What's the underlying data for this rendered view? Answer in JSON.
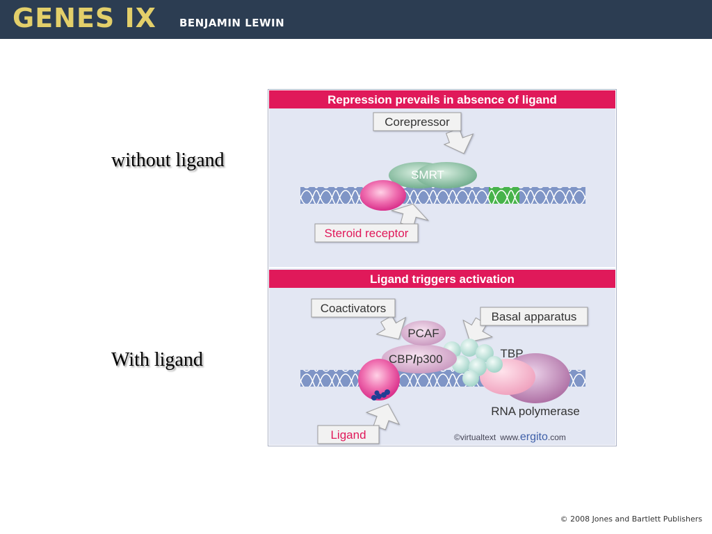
{
  "header": {
    "title": "GENES IX",
    "author": "BENJAMIN LEWIN",
    "colors": {
      "bar": "#2c3d52",
      "title": "#e3cf6a"
    }
  },
  "slide": {
    "label_without": "without ligand",
    "label_with": "With ligand"
  },
  "figure": {
    "top_banner": "Repression prevails in absence of ligand",
    "bottom_banner": "Ligand triggers activation",
    "labels": {
      "corepressor": "Corepressor",
      "smrt": "SMRT",
      "steroid_receptor": "Steroid receptor",
      "coactivators": "Coactivators",
      "pcaf": "PCAF",
      "basal_apparatus": "Basal apparatus",
      "cbp": "CBP",
      "slash": "/",
      "p300": "p300",
      "tbp": "TBP",
      "rna_polymerase": "RNA polymerase",
      "ligand": "Ligand"
    },
    "credit": {
      "copyright_symbol": "©",
      "virtualtext": "virtualtext",
      "www": "www.",
      "ergito": "ergito",
      "com": ".com"
    },
    "colors": {
      "banner": "#e0195a",
      "panel": "#e3e7f3",
      "dna": "#7f95c6",
      "highlight": "#47b34a"
    }
  },
  "footer": {
    "copyright": "© 2008 Jones and Bartlett Publishers"
  }
}
